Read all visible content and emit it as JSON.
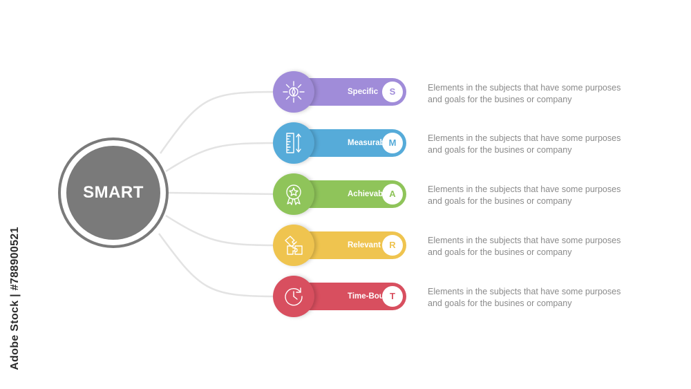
{
  "hub": {
    "title": "SMART"
  },
  "items": [
    {
      "label": "Specific",
      "letter": "S",
      "color": "#a08cd9",
      "icon": "compass-star-icon",
      "description_line1": "Elements in the subjects that have some purposes",
      "description_line2": "and goals for the  busines or company"
    },
    {
      "label": "Measurable",
      "letter": "M",
      "color": "#56abd9",
      "icon": "ruler-icon",
      "description_line1": "Elements in the subjects that have some purposes",
      "description_line2": "and goals for the  busines or company"
    },
    {
      "label": "Achievable",
      "letter": "A",
      "color": "#8fc45a",
      "icon": "award-badge-icon",
      "description_line1": "Elements in the subjects that have some purposes",
      "description_line2": "and goals for the  busines or company"
    },
    {
      "label": "Relevant",
      "letter": "R",
      "color": "#efc44f",
      "icon": "puzzle-icon",
      "description_line1": "Elements in the subjects that have some purposes",
      "description_line2": "and goals for the  busines or company"
    },
    {
      "label": "Time-Bound",
      "letter": "T",
      "color": "#d84f5f",
      "icon": "clock-cycle-icon",
      "description_line1": "Elements in the subjects that have some purposes",
      "description_line2": "and goals for the  busines or company"
    }
  ],
  "colors": {
    "hub": "#7a7a7a",
    "connector": "#e3e3e3",
    "description": "#8a8a8a"
  },
  "watermark": {
    "text": "Adobe Stock | #788900521"
  }
}
